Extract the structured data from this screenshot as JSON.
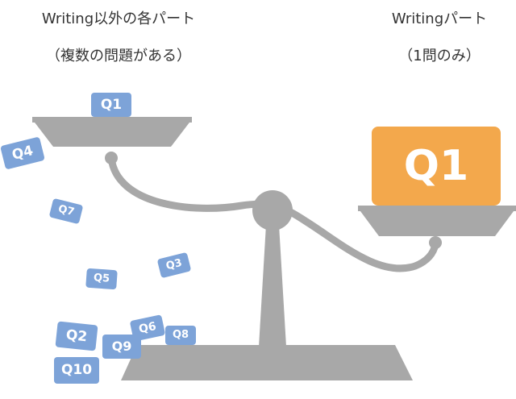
{
  "captions": {
    "left_title": "Writing以外の各パート",
    "left_subtitle": "（複数の問題がある）",
    "right_title": "Writingパート",
    "right_subtitle": "（1問のみ）"
  },
  "tiles": {
    "q1": "Q1",
    "q2": "Q2",
    "q3": "Q3",
    "q4": "Q4",
    "q5": "Q5",
    "q6": "Q6",
    "q7": "Q7",
    "q8": "Q8",
    "q9": "Q9",
    "q10": "Q10"
  },
  "right_tile": "Q1",
  "colors": {
    "scale_gray": "#a8a8a8",
    "tile_blue": "#7da3d8",
    "tile_orange": "#f3a84c"
  }
}
